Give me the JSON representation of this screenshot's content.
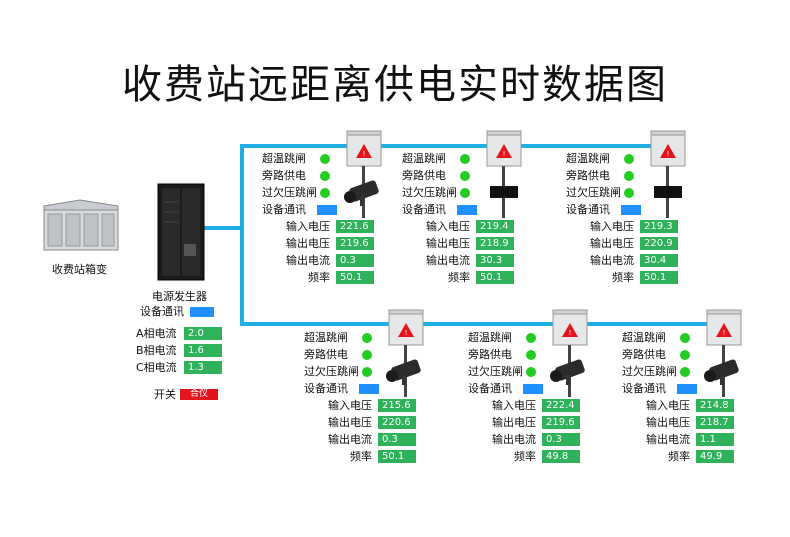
{
  "title": "收费站远距离供电实时数据图",
  "substation": {
    "label": "收费站箱变"
  },
  "generator": {
    "label": "电源发生器",
    "comm_label": "设备通讯",
    "currents": [
      {
        "label": "A相电流",
        "value": "2.0"
      },
      {
        "label": "B相电流",
        "value": "1.6"
      },
      {
        "label": "C相电流",
        "value": "1.3"
      }
    ],
    "switch_label": "开关",
    "switch_state": "合仪"
  },
  "status_labels": [
    "超温跳闸",
    "旁路供电",
    "过欠压跳闸",
    "设备通讯"
  ],
  "metric_labels": [
    "输入电压",
    "输出电压",
    "输出电流",
    "频率"
  ],
  "stations": [
    {
      "device": "camera",
      "values": [
        "221.6",
        "219.6",
        "0.3",
        "50.1"
      ]
    },
    {
      "device": "block",
      "values": [
        "219.4",
        "218.9",
        "30.3",
        "50.1"
      ]
    },
    {
      "device": "block",
      "values": [
        "219.3",
        "220.9",
        "30.4",
        "50.1"
      ]
    },
    {
      "device": "camera",
      "values": [
        "215.6",
        "220.6",
        "0.3",
        "50.1"
      ]
    },
    {
      "device": "camera",
      "values": [
        "222.4",
        "219.6",
        "0.3",
        "49.8"
      ]
    },
    {
      "device": "camera",
      "values": [
        "214.8",
        "218.7",
        "1.1",
        "49.9"
      ]
    }
  ],
  "colors": {
    "line": "#21aee3",
    "ok": "#22cc22",
    "comm": "#1e90ff",
    "value_bg": "#2eb25a",
    "switch": "#e3141d"
  }
}
